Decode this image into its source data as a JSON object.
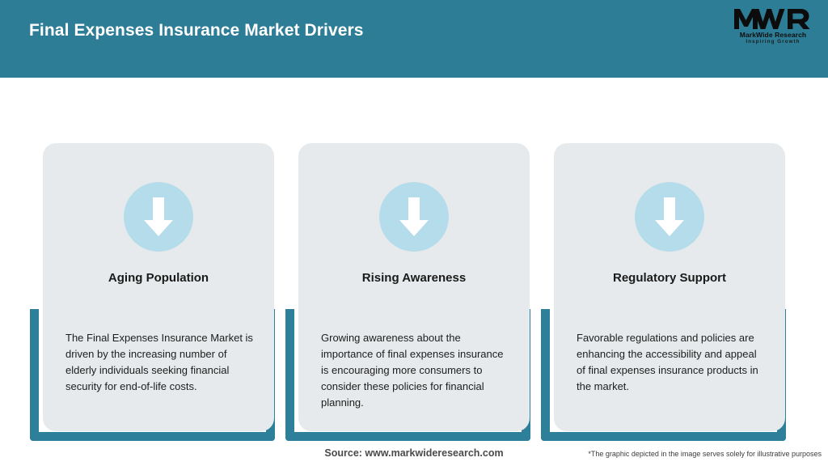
{
  "header": {
    "title": "Final Expenses Insurance Market Drivers",
    "bar_color": "#2d7d96",
    "title_color": "#ffffff",
    "logo": {
      "mark": "MWR",
      "name": "MarkWide Research",
      "tagline": "Inspiring Growth"
    }
  },
  "theme": {
    "accent_teal": "#2e7f99",
    "card_bg": "#e7eaec",
    "circle_blue": "#b4dcea",
    "arrow_white": "#ffffff",
    "page_bg": "#ffffff"
  },
  "cards": [
    {
      "icon": "arrow-down-icon",
      "title": "Aging Population",
      "body": "The Final Expenses Insurance Market is driven by the increasing number of elderly individuals seeking financial security for end-of-life costs."
    },
    {
      "icon": "arrow-down-icon",
      "title": "Rising Awareness",
      "body": "Growing awareness about the importance of final expenses insurance is encouraging more consumers to consider these policies for financial planning."
    },
    {
      "icon": "arrow-down-icon",
      "title": "Regulatory Support",
      "body": "Favorable regulations and policies are enhancing the accessibility and appeal of final expenses insurance products in the market."
    }
  ],
  "footer": {
    "source": "Source: www.markwideresearch.com",
    "disclaimer": "*The graphic depicted in the image serves solely for illustrative purposes"
  }
}
